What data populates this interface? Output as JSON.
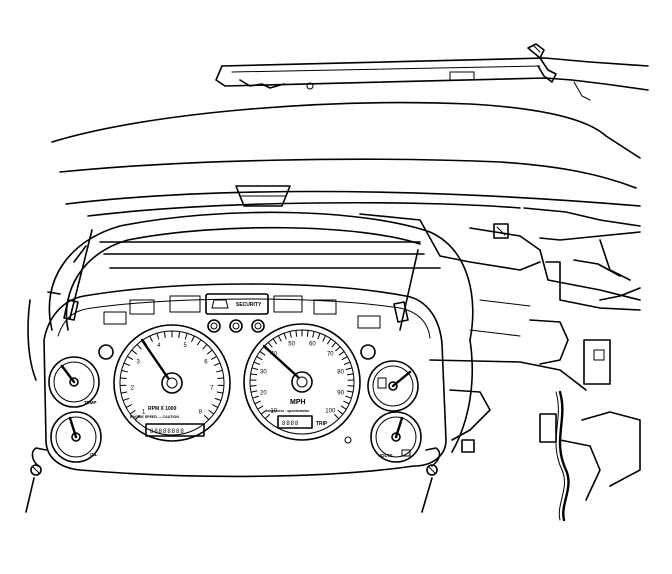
{
  "cluster": {
    "tach_label": "RPM X 1000",
    "tach_sub": "ENGINE SPEED — CAUTION",
    "speedo_unit": "MPH",
    "speedo_sub": "kilometers  ·  speedometer",
    "trip_label": "TRIP",
    "volts_label": "VOLTS",
    "oil_label": "OIL",
    "temp_label": "TEMP",
    "security_label": "SECURITY",
    "tach_numbers": [
      "1",
      "2",
      "3",
      "4",
      "5",
      "6",
      "7",
      "8"
    ],
    "speedo_numbers": [
      "10",
      "20",
      "30",
      "40",
      "50",
      "60",
      "70",
      "80",
      "90",
      "100"
    ],
    "odometer_digits": "88888888",
    "trip_digits": "8888"
  },
  "callouts": {
    "left_screw": "",
    "right_screw": ""
  }
}
